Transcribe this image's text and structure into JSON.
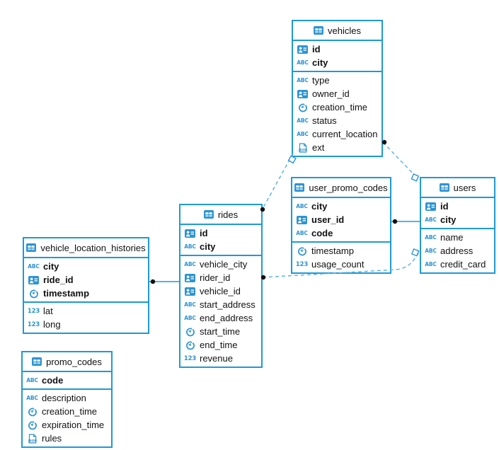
{
  "colors": {
    "table_border": "#1e9ad6",
    "icon_blue": "#2d94d1",
    "dashed_line": "#5fb4e4",
    "connector_dot": "#111111",
    "text": "#111111",
    "background": "#ffffff"
  },
  "tables": {
    "vehicles": {
      "title": "vehicles",
      "columns": [
        {
          "name": "id",
          "type": "id",
          "key": true
        },
        {
          "name": "city",
          "type": "text",
          "key": true
        },
        {
          "name": "type",
          "type": "text",
          "key": false
        },
        {
          "name": "owner_id",
          "type": "id",
          "key": false
        },
        {
          "name": "creation_time",
          "type": "time",
          "key": false
        },
        {
          "name": "status",
          "type": "text",
          "key": false
        },
        {
          "name": "current_location",
          "type": "text",
          "key": false
        },
        {
          "name": "ext",
          "type": "json",
          "key": false
        }
      ]
    },
    "user_promo_codes": {
      "title": "user_promo_codes",
      "columns": [
        {
          "name": "city",
          "type": "text",
          "key": true
        },
        {
          "name": "user_id",
          "type": "id",
          "key": true
        },
        {
          "name": "code",
          "type": "text",
          "key": true
        },
        {
          "name": "timestamp",
          "type": "time",
          "key": false
        },
        {
          "name": "usage_count",
          "type": "number",
          "key": false
        }
      ]
    },
    "users": {
      "title": "users",
      "columns": [
        {
          "name": "id",
          "type": "id",
          "key": true
        },
        {
          "name": "city",
          "type": "text",
          "key": true
        },
        {
          "name": "name",
          "type": "text",
          "key": false
        },
        {
          "name": "address",
          "type": "text",
          "key": false
        },
        {
          "name": "credit_card",
          "type": "text",
          "key": false
        }
      ]
    },
    "rides": {
      "title": "rides",
      "columns": [
        {
          "name": "id",
          "type": "id",
          "key": true
        },
        {
          "name": "city",
          "type": "text",
          "key": true
        },
        {
          "name": "vehicle_city",
          "type": "text",
          "key": false
        },
        {
          "name": "rider_id",
          "type": "id",
          "key": false
        },
        {
          "name": "vehicle_id",
          "type": "id",
          "key": false
        },
        {
          "name": "start_address",
          "type": "text",
          "key": false
        },
        {
          "name": "end_address",
          "type": "text",
          "key": false
        },
        {
          "name": "start_time",
          "type": "time",
          "key": false
        },
        {
          "name": "end_time",
          "type": "time",
          "key": false
        },
        {
          "name": "revenue",
          "type": "number",
          "key": false
        }
      ]
    },
    "vehicle_location_histories": {
      "title": "vehicle_location_histories",
      "columns": [
        {
          "name": "city",
          "type": "text",
          "key": true
        },
        {
          "name": "ride_id",
          "type": "id",
          "key": true
        },
        {
          "name": "timestamp",
          "type": "time",
          "key": true
        },
        {
          "name": "lat",
          "type": "number",
          "key": false
        },
        {
          "name": "long",
          "type": "number",
          "key": false
        }
      ]
    },
    "promo_codes": {
      "title": "promo_codes",
      "columns": [
        {
          "name": "code",
          "type": "text",
          "key": true
        },
        {
          "name": "description",
          "type": "text",
          "key": false
        },
        {
          "name": "creation_time",
          "type": "time",
          "key": false
        },
        {
          "name": "expiration_time",
          "type": "time",
          "key": false
        },
        {
          "name": "rules",
          "type": "json",
          "key": false
        }
      ]
    }
  },
  "relationships": [
    {
      "from": "rides",
      "to": "vehicles",
      "style": "dashed"
    },
    {
      "from": "vehicles",
      "to": "users",
      "style": "dashed"
    },
    {
      "from": "rides",
      "to": "users",
      "style": "dashed"
    },
    {
      "from": "vehicle_location_histories",
      "to": "rides",
      "style": "solid"
    },
    {
      "from": "user_promo_codes",
      "to": "users",
      "style": "solid"
    }
  ]
}
